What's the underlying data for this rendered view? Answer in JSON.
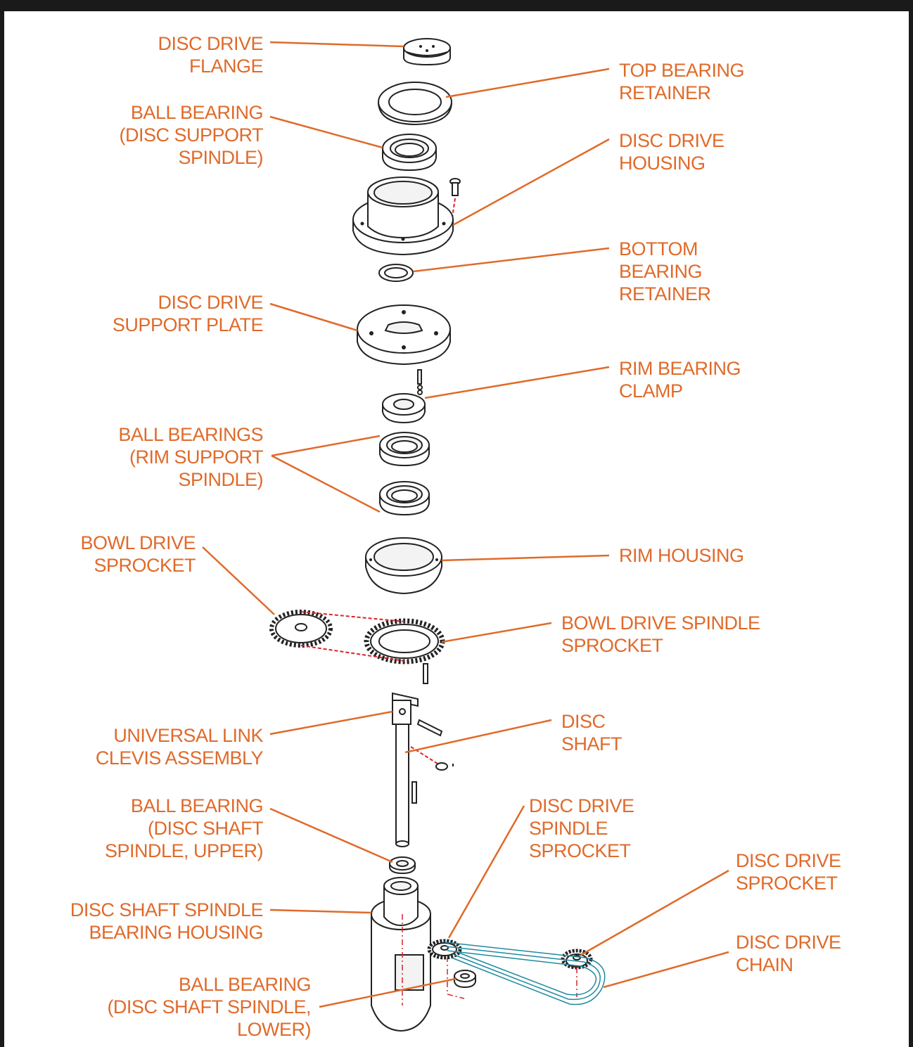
{
  "labels": {
    "disc_drive_flange": "DISC DRIVE\nFLANGE",
    "top_bearing_retainer": "TOP BEARING\nRETAINER",
    "ball_bearing_disc_support": "BALL BEARING\n(DISC SUPPORT\nSPINDLE)",
    "disc_drive_housing": "DISC DRIVE\nHOUSING",
    "bottom_bearing_retainer": "BOTTOM\nBEARING\nRETAINER",
    "disc_drive_support_plate": "DISC DRIVE\nSUPPORT PLATE",
    "rim_bearing_clamp": "RIM BEARING\nCLAMP",
    "ball_bearings_rim_support": "BALL BEARINGS\n(RIM SUPPORT\nSPINDLE)",
    "bowl_drive_sprocket": "BOWL DRIVE\nSPROCKET",
    "rim_housing": "RIM HOUSING",
    "bowl_drive_spindle_sprocket": "BOWL DRIVE SPINDLE\nSPROCKET",
    "universal_link_clevis": "UNIVERSAL LINK\nCLEVIS ASSEMBLY",
    "disc_shaft": "DISC\nSHAFT",
    "ball_bearing_disc_shaft_upper": "BALL BEARING\n(DISC SHAFT\nSPINDLE, UPPER)",
    "disc_drive_spindle_sprocket": "DISC DRIVE\nSPINDLE\nSPROCKET",
    "disc_drive_sprocket": "DISC DRIVE\nSPROCKET",
    "disc_shaft_spindle_bearing_housing": "DISC SHAFT SPINDLE\nBEARING HOUSING",
    "disc_drive_chain": "DISC DRIVE\nCHAIN",
    "ball_bearing_disc_shaft_lower": "BALL BEARING\n(DISC SHAFT SPINDLE,\nLOWER)"
  },
  "colors": {
    "label": "#e06a2a",
    "leader": "#e06a2a",
    "centerline": "#d8232a",
    "chain": "#1f8aa0",
    "outline": "#222222",
    "frame": "#1a1a1a"
  }
}
